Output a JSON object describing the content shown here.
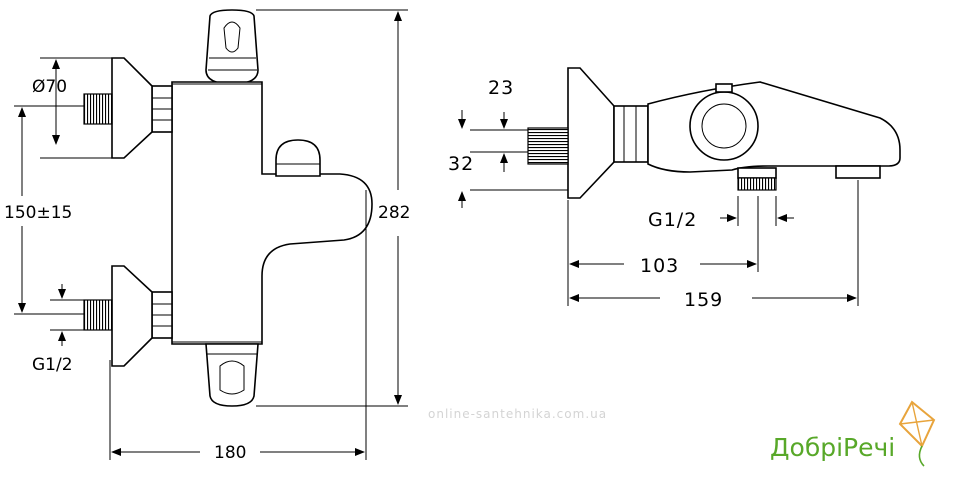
{
  "left_view": {
    "dim_diameter": "Ø70",
    "dim_spacing": "150±15",
    "dim_thread": "G1/2",
    "dim_width": "180",
    "dim_height": "282"
  },
  "right_view": {
    "dim_top_offset": "23",
    "dim_inlet_height": "32",
    "dim_outlet_thread": "G1/2",
    "dim_outlet_depth": "103",
    "dim_total_depth": "159"
  },
  "watermark": "online-santehnika.com.ua",
  "logo": {
    "text": "ДобріРечі",
    "color": "#58a829",
    "accent_color": "#e8a43c"
  }
}
